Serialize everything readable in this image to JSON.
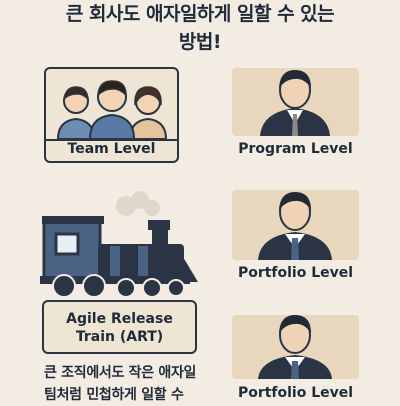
{
  "title": {
    "line1": "큰 회사도 애자일하게 일할 수 있는",
    "line2": "방법!"
  },
  "levels": {
    "team": "Team Level",
    "program": "Program Level",
    "portfolio1": "Portfolio Level",
    "portfolio2": "Portfolio Level"
  },
  "art": {
    "line1": "Agile Release",
    "line2": "Train (ART)"
  },
  "description": {
    "line1": "큰 조직에서도 작은 애자일",
    "line2": "팀처럼 민첩하게 일할 수"
  },
  "colors": {
    "background": "#f3ece2",
    "navy": "#2a3444",
    "train": "#4a6284",
    "card": "#e8d7bd"
  }
}
